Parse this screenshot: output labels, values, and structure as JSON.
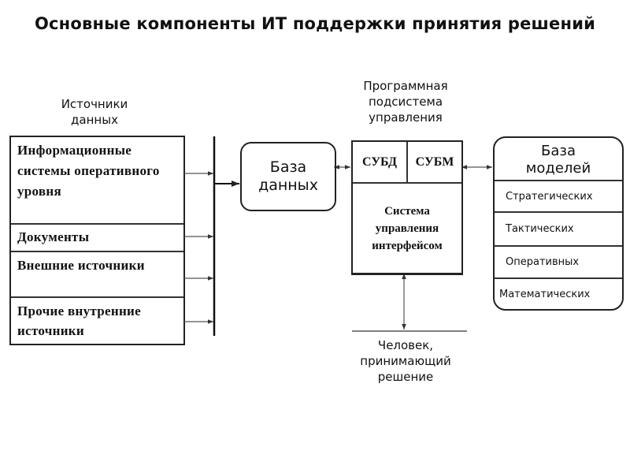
{
  "title": "Основные компоненты ИТ поддержки принятия решений",
  "sources": {
    "heading_line1": "Источники",
    "heading_line2": "данных",
    "items": [
      {
        "label": "Информационные системы оперативного уровня"
      },
      {
        "label": "Документы"
      },
      {
        "label": "Внешние источники"
      },
      {
        "label": "Прочие внутренние источники"
      }
    ]
  },
  "database": {
    "line1": "База",
    "line2": "данных"
  },
  "program_subsystem": {
    "heading_line1": "Программная",
    "heading_line2": "подсистема",
    "heading_line3": "управления",
    "dbms": "СУБД",
    "mbms": "СУБМ",
    "interface_line1": "Система",
    "interface_line2": "управления",
    "interface_line3": "интерфейсом"
  },
  "model_base": {
    "line1": "База",
    "line2": "моделей",
    "items": [
      {
        "label": "Стратегических"
      },
      {
        "label": "Тактических"
      },
      {
        "label": "Оперативных"
      },
      {
        "label": "Математических"
      }
    ]
  },
  "decision_maker": {
    "line1": "Человек,",
    "line2": "принимающий",
    "line3": "решение"
  }
}
